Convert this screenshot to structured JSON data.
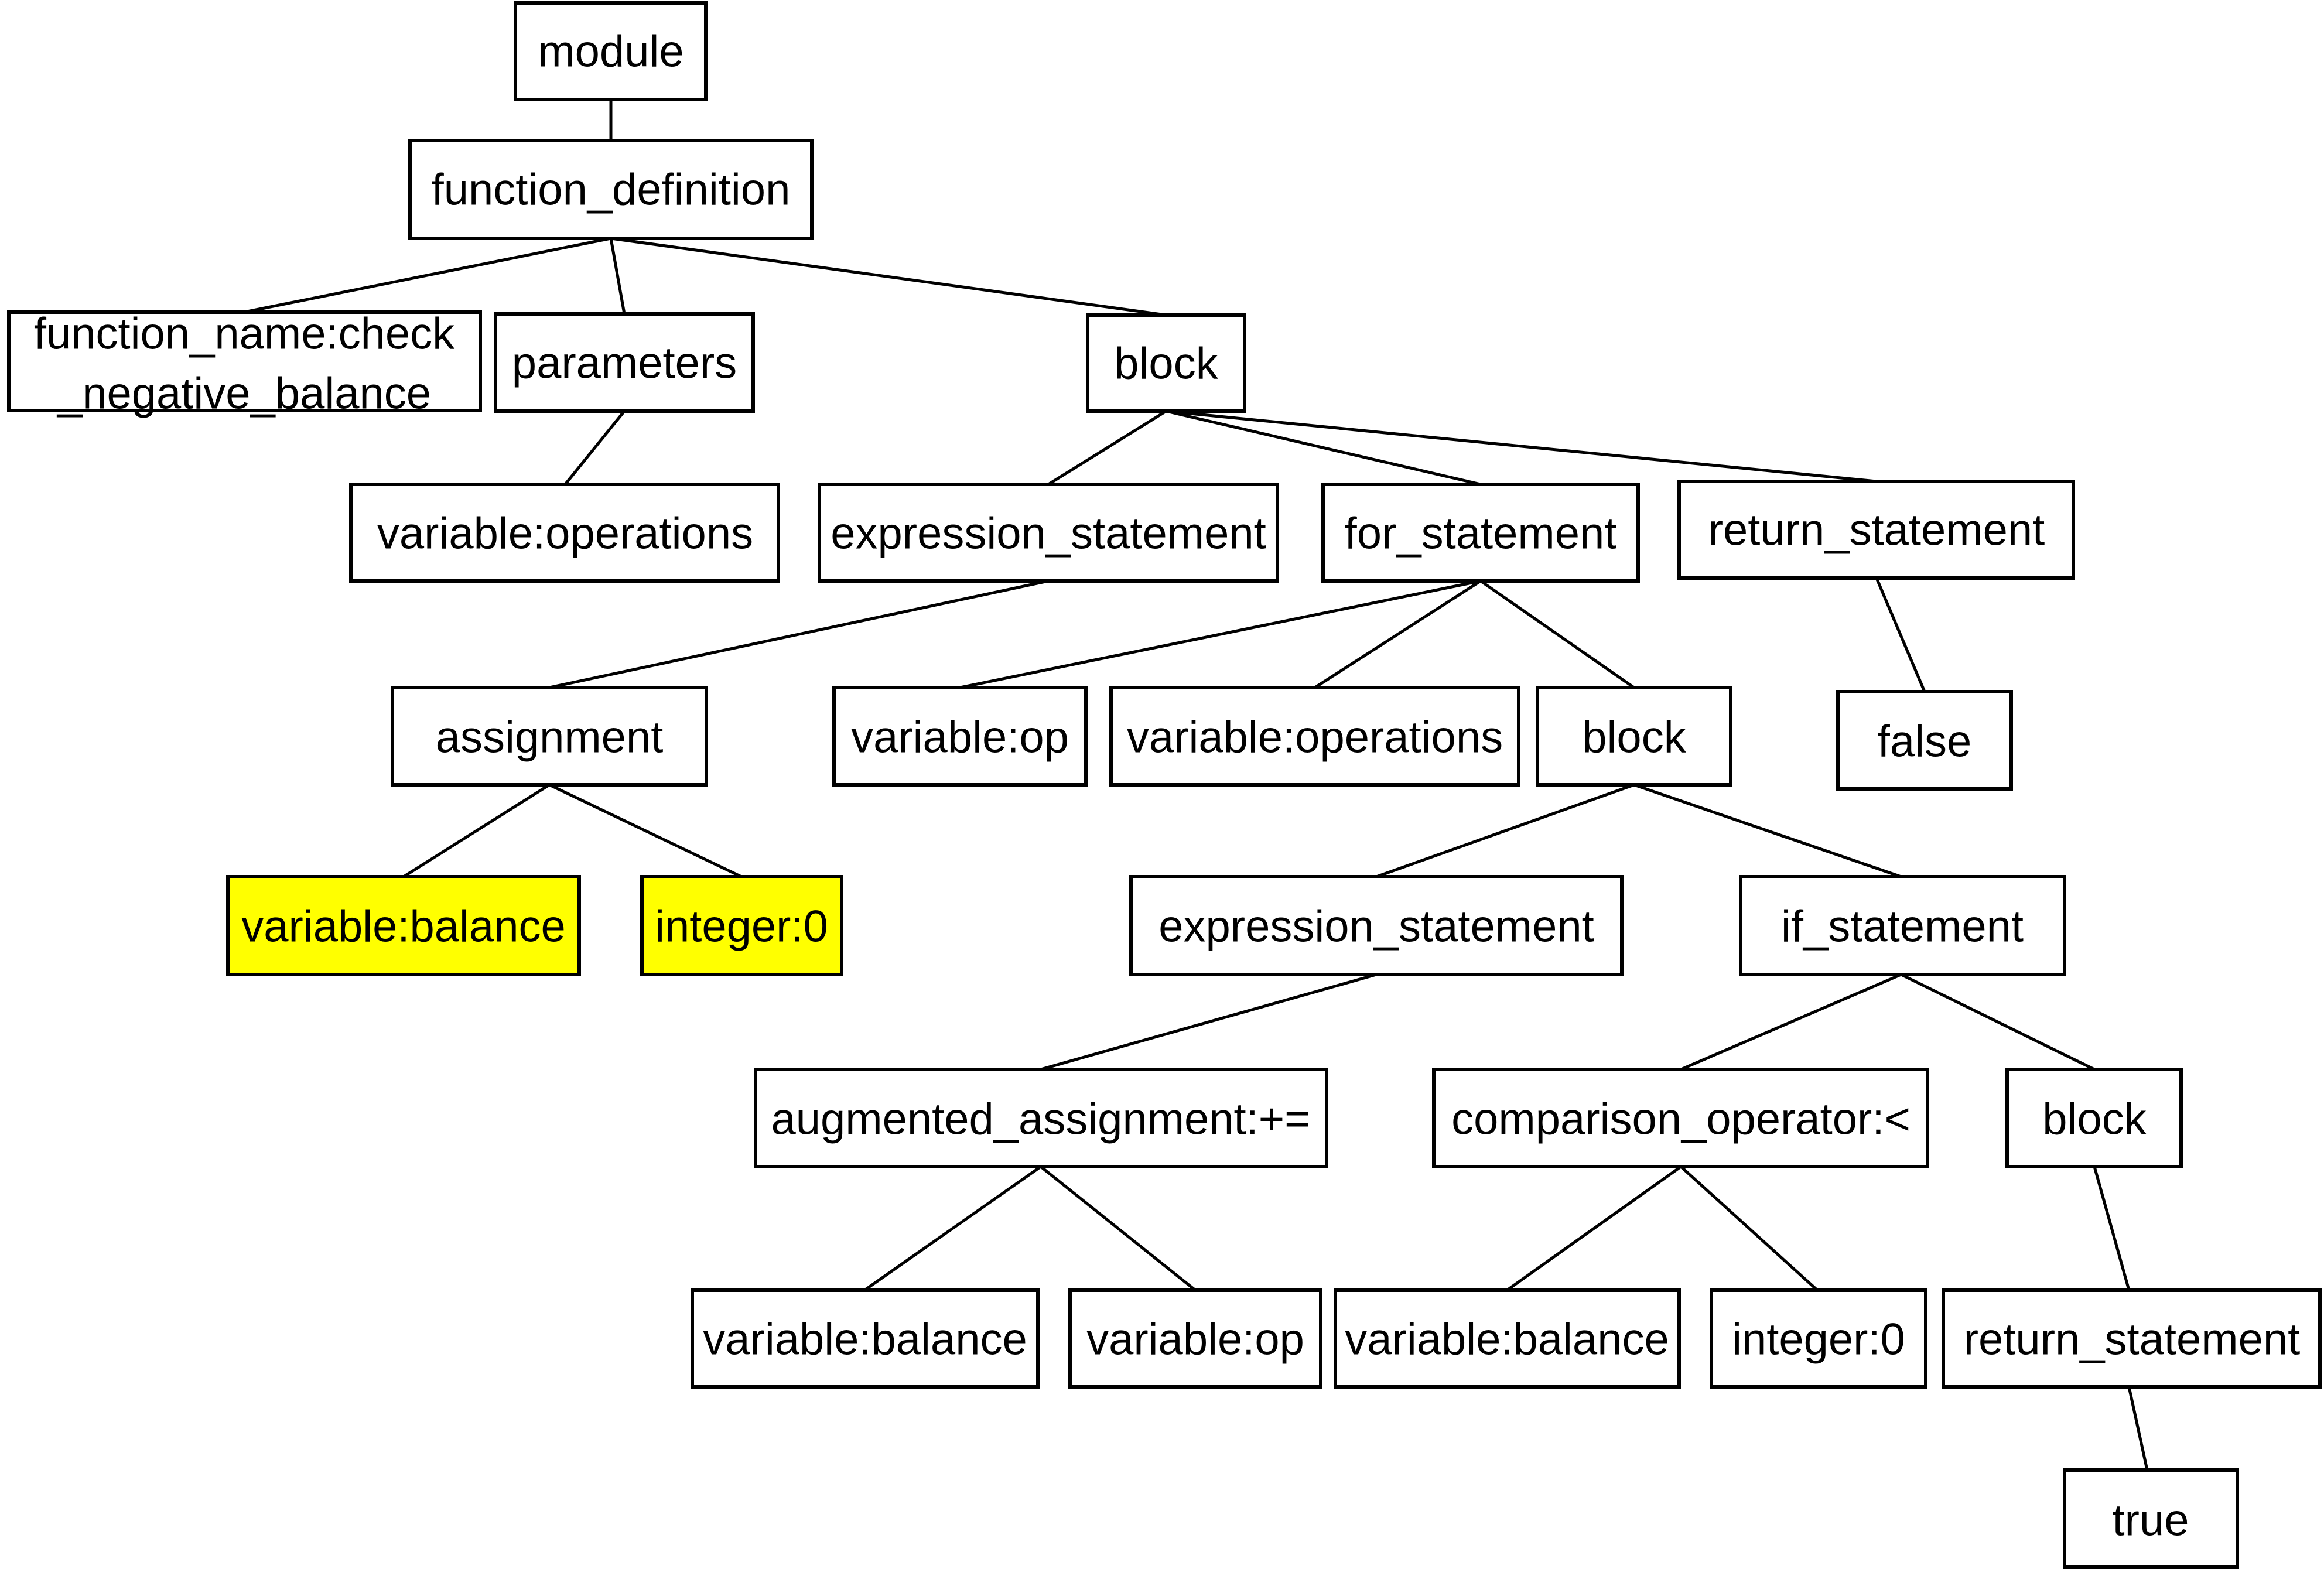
{
  "highlight_color": "#ffff00",
  "nodes": {
    "module": "module",
    "function_definition": "function_definition",
    "function_name_line1": "function_name:check",
    "function_name_line2": "_negative_balance",
    "parameters": "parameters",
    "block_1": "block",
    "variable_operations_param": "variable:operations",
    "expression_statement_1": "expression_statement",
    "for_statement": "for_statement",
    "return_statement_1": "return_statement",
    "assignment": "assignment",
    "variable_op_loop": "variable:op",
    "variable_operations_iter": "variable:operations",
    "block_2": "block",
    "false_literal": "false",
    "variable_balance_assign": "variable:balance",
    "integer_0_assign": "integer:0",
    "expression_statement_2": "expression_statement",
    "if_statement": "if_statement",
    "augmented_assignment": "augmented_assignment:+=",
    "comparison_operator": "comparison_operator:<",
    "block_3": "block",
    "variable_balance_aug": "variable:balance",
    "variable_op_aug": "variable:op",
    "variable_balance_cmp": "variable:balance",
    "integer_0_cmp": "integer:0",
    "return_statement_2": "return_statement",
    "true_literal": "true"
  }
}
